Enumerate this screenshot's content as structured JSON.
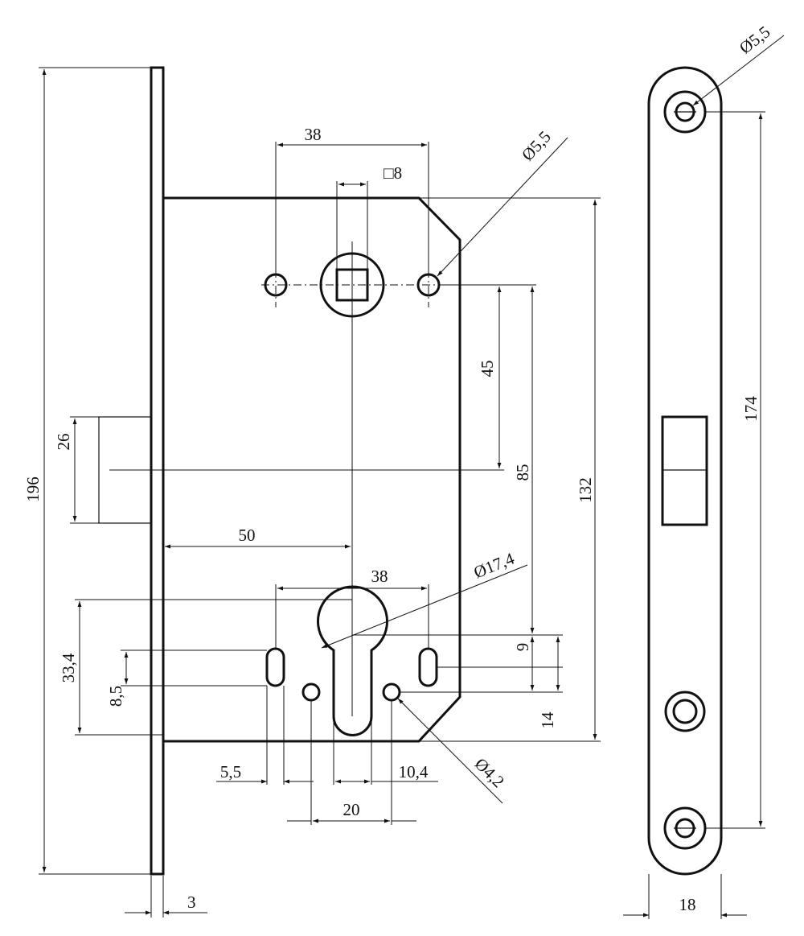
{
  "drawing": {
    "front_view": {
      "overall_height": "196",
      "faceplate_thickness": "3",
      "latch_height": "26",
      "backset": "50",
      "handle_holes_spacing": "38",
      "spindle_square": "□8",
      "handle_hole_diameter": "Ø5,5",
      "spindle_to_latch": "45",
      "spindle_to_cylinder": "85",
      "case_height": "132",
      "cylinder_holes_spacing": "38",
      "cylinder_diameter": "Ø17,4",
      "cylinder_offset_9": "9",
      "cylinder_offset_14": "14",
      "cylinder_height": "33,4",
      "slot_offset": "8,5",
      "slot_width": "5,5",
      "cylinder_slot_width": "10,4",
      "screw_holes_spacing": "20",
      "screw_hole_diameter": "Ø4,2"
    },
    "strike_view": {
      "hole_diameter": "Ø5,5",
      "holes_spacing": "174",
      "width": "18"
    }
  }
}
